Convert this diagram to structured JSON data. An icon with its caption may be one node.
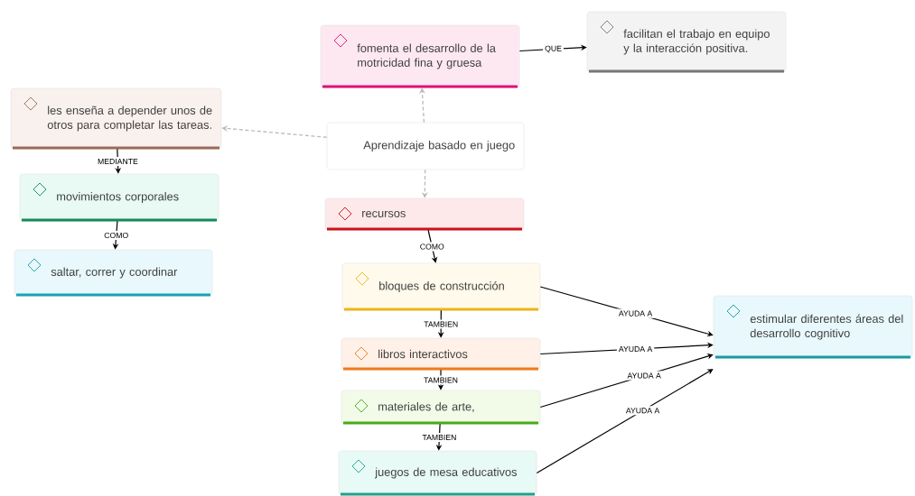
{
  "diagram": {
    "nodes": [
      {
        "text": [
          "Aprendizaje basado en juego"
        ]
      },
      {
        "text": [
          "fomenta el desarrollo de la motricidad fina y gruesa"
        ]
      },
      {
        "text": [
          "facilitan el trabajo en equipo y la interacción positiva."
        ]
      },
      {
        "text": [
          "les enseña a depender unos de otros para completar las tareas."
        ]
      },
      {
        "text": [
          "movimientos corporales"
        ]
      },
      {
        "text": [
          "saltar, correr y coordinar"
        ]
      },
      {
        "text": [
          "recursos"
        ]
      },
      {
        "text": [
          "bloques de construcción"
        ]
      },
      {
        "text": [
          "libros interactivos"
        ]
      },
      {
        "text": [
          "materiales de arte,"
        ]
      },
      {
        "text": [
          "juegos de mesa educativos"
        ]
      },
      {
        "text": [
          "estimular diferentes áreas del desarrollo cognitivo"
        ]
      }
    ],
    "edges": [
      {
        "from": 0,
        "to": 1,
        "arrow": "to",
        "style": "dashed",
        "color": "#bbbbbb"
      },
      {
        "from": 1,
        "to": 2,
        "arrow": "to",
        "label": "QUE"
      },
      {
        "from": 0,
        "to": 3,
        "arrow": "to",
        "style": "dashed",
        "color": "#bbbbbb"
      },
      {
        "from": 3,
        "to": 4,
        "arrow": "to",
        "label": "MEDIANTE"
      },
      {
        "from": 4,
        "to": 5,
        "arrow": "to",
        "label": "COMO"
      },
      {
        "from": 0,
        "to": 6,
        "arrow": "to",
        "style": "dashed",
        "color": "#bbbbbb"
      },
      {
        "from": 6,
        "to": 7,
        "arrow": "to",
        "label": "COMO"
      },
      {
        "from": 7,
        "to": 8,
        "arrow": "to",
        "label": "TAMBIEN"
      },
      {
        "from": 8,
        "to": 9,
        "arrow": "to",
        "label": "TAMBIEN"
      },
      {
        "from": 9,
        "to": 10,
        "arrow": "to",
        "label": "TAMBIEN"
      },
      {
        "from": 7,
        "to": 11,
        "arrow": "to",
        "label": "AYUDA A"
      },
      {
        "from": 8,
        "to": 11,
        "arrow": "to",
        "label": "AYUDA A"
      },
      {
        "from": 9,
        "to": 11,
        "arrow": "to",
        "label": "AYUDA A"
      },
      {
        "from": 10,
        "to": 11,
        "arrow": "to",
        "label": "AYUDA A"
      }
    ]
  }
}
